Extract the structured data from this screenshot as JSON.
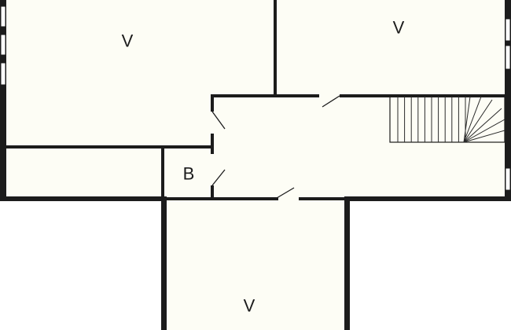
{
  "rooms": {
    "top_left_label": "V",
    "top_right_label": "V",
    "bath_label": "B",
    "bottom_label": "V"
  },
  "colors": {
    "floor": "#fdfdf5",
    "wall": "#1c1c1c",
    "background": "#ffffff"
  },
  "icons": {
    "doors": "door-swing-icon",
    "stairs": "staircase-icon",
    "windows": "window-icon"
  }
}
